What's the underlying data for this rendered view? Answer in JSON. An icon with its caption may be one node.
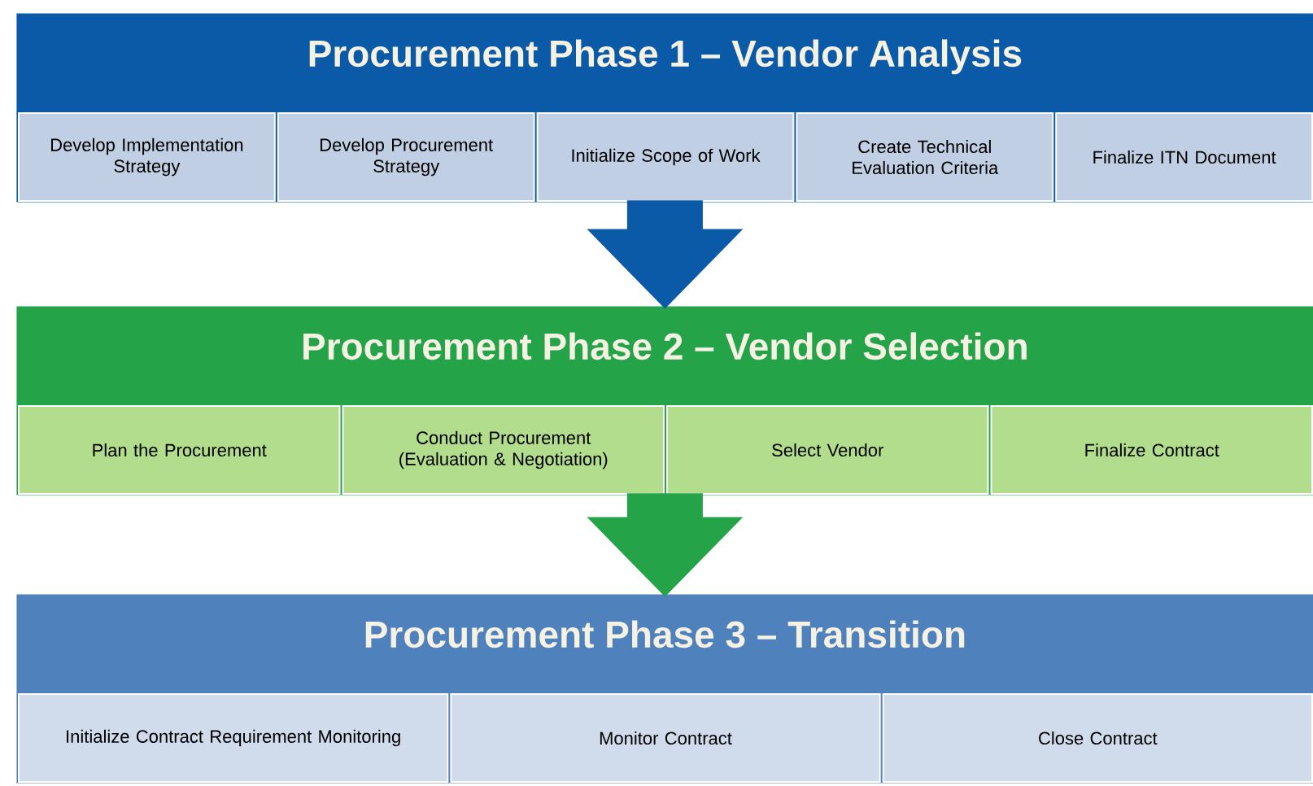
{
  "diagram": {
    "nodes": [
      {
        "text": [
          "Procurement Phase 1 – Vendor Analysis"
        ]
      },
      {
        "text": [
          "Develop Implementation Strategy"
        ],
        "in": 0
      },
      {
        "text": [
          "Develop Procurement Strategy"
        ],
        "in": 0
      },
      {
        "text": [
          "Initialize Scope of Work"
        ],
        "in": 0
      },
      {
        "text": [
          "Create Technical Evaluation Criteria"
        ],
        "in": 0
      },
      {
        "text": [
          "Finalize ITN Document"
        ],
        "in": 0
      },
      {
        "text": [
          "Procurement Phase 2 – Vendor Selection"
        ]
      },
      {
        "text": [
          "Plan the Procurement"
        ],
        "in": 6
      },
      {
        "text": [
          "Conduct Procurement (Evaluation & Negotiation)"
        ],
        "in": 6
      },
      {
        "text": [
          "Select Vendor"
        ],
        "in": 6
      },
      {
        "text": [
          "Finalize Contract"
        ],
        "in": 6
      },
      {
        "text": [
          "Procurement Phase 3 – Transition"
        ]
      },
      {
        "text": [
          "Initialize Contract Requirement Monitoring"
        ],
        "in": 11
      },
      {
        "text": [
          "Monitor Contract"
        ],
        "in": 11
      },
      {
        "text": [
          "Close Contract"
        ],
        "in": 11
      }
    ],
    "edges": [
      {
        "from": 0,
        "to": 6,
        "arrow": "to",
        "style": "thick",
        "color": "#0a5aa8"
      },
      {
        "from": 6,
        "to": 11,
        "arrow": "to",
        "style": "thick",
        "color": "#25a349"
      }
    ]
  }
}
